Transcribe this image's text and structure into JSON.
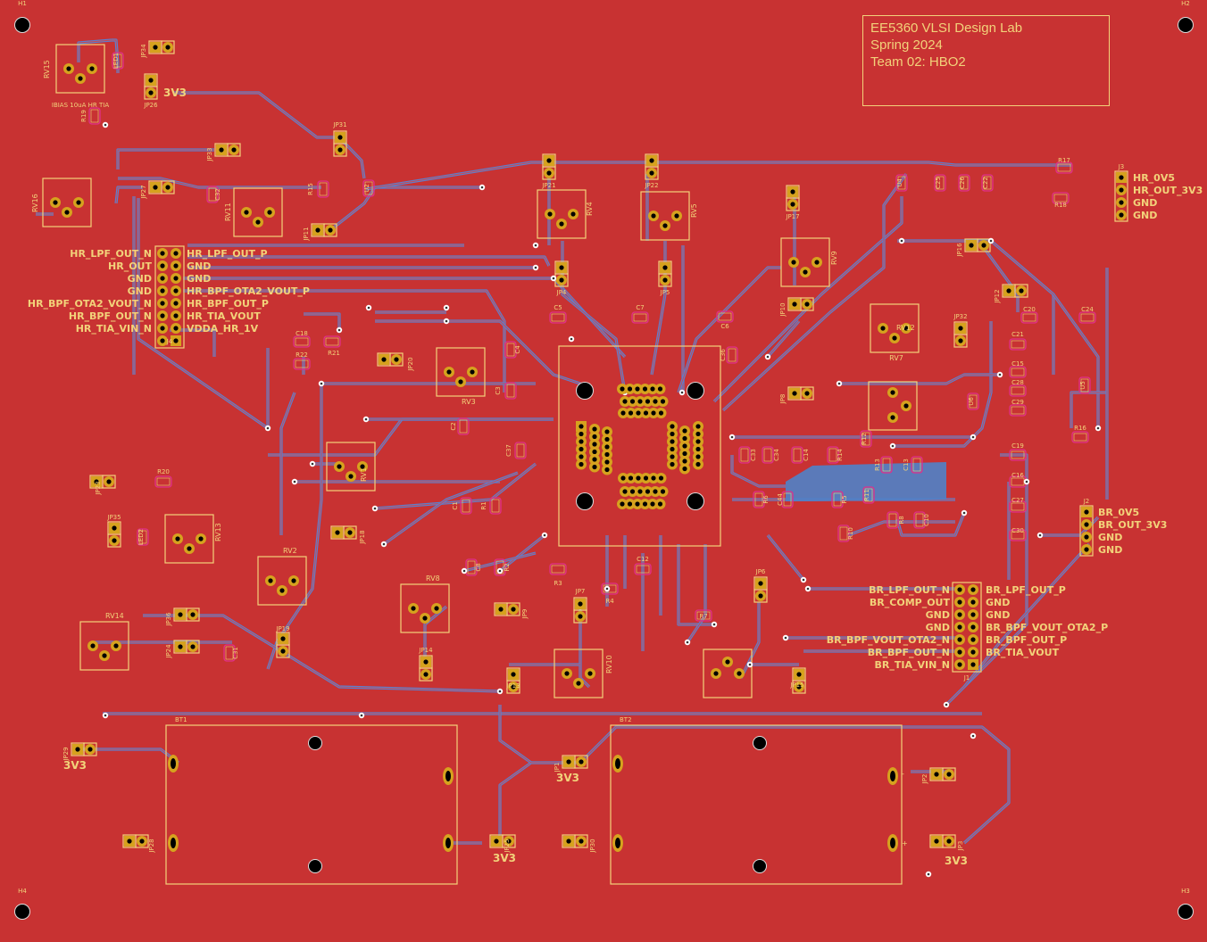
{
  "title_block": {
    "line1": "EE5360 VLSI Design Lab",
    "line2": "Spring 2024",
    "line3": "Team 02: HBO2"
  },
  "colors": {
    "board": "#c83232",
    "silkscreen": "#f2d27a",
    "trace": "#5b7fcf",
    "pad": "#d6a21e",
    "drill": "#000000",
    "courtyard": "#e0308a",
    "pour": "#4f82c8"
  },
  "mounting_holes": [
    {
      "ref": "H1"
    },
    {
      "ref": "H2"
    },
    {
      "ref": "H3"
    },
    {
      "ref": "H4"
    }
  ],
  "connectors": {
    "J4": {
      "ref": "J4",
      "left_labels": [
        "HR_LPF_OUT_N",
        "HR_OUT",
        "GND",
        "GND",
        "HR_BPF_OTA2_VOUT_N",
        "HR_BPF_OUT_N",
        "HR_TIA_VIN_N"
      ],
      "right_labels": [
        "HR_LPF_OUT_P",
        "GND",
        "GND",
        "HR_BPF_OTA2_VOUT_P",
        "HR_BPF_OUT_P",
        "HR_TIA_VOUT",
        "VDDA_HR_1V"
      ]
    },
    "J1": {
      "ref": "J1",
      "left_labels": [
        "BR_LPF_OUT_N",
        "BR_COMP_OUT",
        "GND",
        "GND",
        "BR_BPF_VOUT_OTA2_N",
        "BR_BPF_OUT_N",
        "BR_TIA_VIN_N"
      ],
      "right_labels": [
        "BR_LPF_OUT_P",
        "GND",
        "GND",
        "BR_BPF_VOUT_OTA2_P",
        "BR_BPF_OUT_P",
        "BR_TIA_VOUT"
      ]
    },
    "J3": {
      "ref": "J3",
      "labels": [
        "HR_0V5",
        "HR_OUT_3V3",
        "GND",
        "GND"
      ]
    },
    "J2": {
      "ref": "J2",
      "labels": [
        "BR_0V5",
        "BR_OUT_3V3",
        "GND",
        "GND"
      ]
    }
  },
  "batteries": [
    {
      "ref": "BT1"
    },
    {
      "ref": "BT2"
    }
  ],
  "potentiometers": [
    "RV1",
    "RV2",
    "RV3",
    "RV4",
    "RV5",
    "RV7",
    "RV8",
    "RV9",
    "RV10",
    "RV11",
    "RV12",
    "RV13",
    "RV14",
    "RV15",
    "RV16"
  ],
  "jumpers": [
    "JP1",
    "JP2",
    "JP3",
    "JP4",
    "JP5",
    "JP6",
    "JP7",
    "JP8",
    "JP9",
    "JP10",
    "JP11",
    "JP12",
    "JP13",
    "JP14",
    "JP15",
    "JP16",
    "JP17",
    "JP18",
    "JP19",
    "JP20",
    "JP21",
    "JP22",
    "JP23",
    "JP24",
    "JP25",
    "JP26",
    "JP27",
    "JP28",
    "JP29",
    "JP30",
    "JP31",
    "JP32",
    "JP33",
    "JP34",
    "JP35",
    "JP36"
  ],
  "passives": [
    "C1",
    "C2",
    "C3",
    "C4",
    "C5",
    "C6",
    "C7",
    "C8",
    "C10",
    "C12",
    "C13",
    "C14",
    "C15",
    "C16",
    "C18",
    "C19",
    "C20",
    "C21",
    "C22",
    "C24",
    "C25",
    "C26",
    "C27",
    "C28",
    "C29",
    "C30",
    "C31",
    "C32",
    "C33",
    "C34",
    "C36",
    "C37",
    "R1",
    "R2",
    "R3",
    "R4",
    "R5",
    "R6",
    "R7",
    "R8",
    "R10",
    "R11",
    "R12",
    "R13",
    "R14",
    "R15",
    "R16",
    "R17",
    "R18",
    "R19",
    "R20",
    "R21",
    "R22",
    "LED1",
    "LED2",
    "U2",
    "U4",
    "U5",
    "U6"
  ],
  "annotations": {
    "rv14_note": "IBIAS 10uA HR TIA",
    "supply_3v3": "3V3"
  }
}
